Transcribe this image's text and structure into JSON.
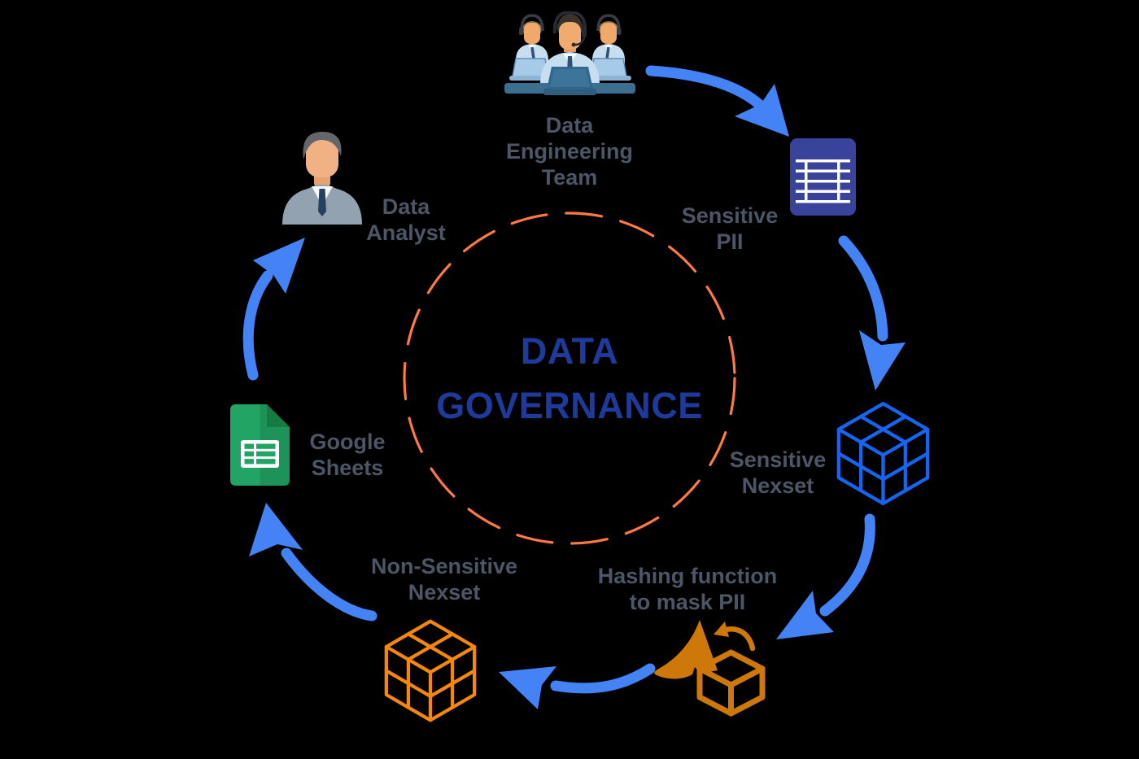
{
  "title": {
    "line1": "DATA",
    "line2": "GOVERNANCE"
  },
  "nodes": {
    "data_engineering_team": {
      "lines": [
        "Data",
        "Engineering",
        "Team"
      ]
    },
    "sensitive_pii": {
      "lines": [
        "Sensitive",
        "PII"
      ]
    },
    "sensitive_nexset": {
      "lines": [
        "Sensitive",
        "Nexset"
      ]
    },
    "hashing_function": {
      "lines": [
        "Hashing function",
        "to mask PII"
      ]
    },
    "non_sensitive_nexset": {
      "lines": [
        "Non-Sensitive",
        "Nexset"
      ]
    },
    "google_sheets": {
      "lines": [
        "Google",
        "Sheets"
      ]
    },
    "data_analyst": {
      "lines": [
        "Data",
        "Analyst"
      ]
    }
  },
  "icons": {
    "data_engineering_team": "team-at-laptops-icon",
    "sensitive_pii": "spreadsheet-table-icon",
    "sensitive_nexset": "blue-wireframe-cube-icon",
    "hashing_function": "pyramid-to-cube-transform-icon",
    "non_sensitive_nexset": "orange-wireframe-cube-icon",
    "google_sheets": "google-sheets-icon",
    "data_analyst": "business-person-icon"
  },
  "colors": {
    "background": "#000000",
    "arrow_blue": "#4483F6",
    "cube_blue": "#1565F0",
    "cube_orange": "#F5870D",
    "hash_orange": "#CD7808",
    "circle_orange": "#FF7946",
    "label_slate": "#4D5666",
    "title_blue": "#1E3B9B",
    "pii_indigo": "#3A439B",
    "sheets_green": "#21A464",
    "sheets_green_dark": "#157B43"
  }
}
